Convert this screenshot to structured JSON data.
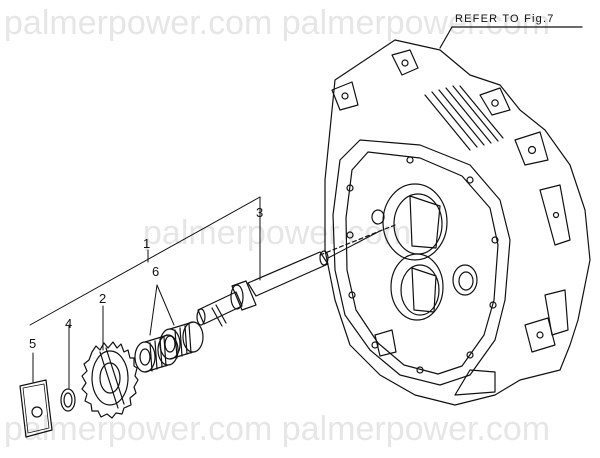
{
  "watermark": {
    "top": "palmerpower.com palmerpower.com",
    "middle": "palmerpower.com",
    "bottom": "palmerpower.com palmerpower.com"
  },
  "reference_label": "REFER TO Fig.7",
  "callouts": {
    "c1": "1",
    "c2": "2",
    "c3": "3",
    "c4": "4",
    "c5": "5",
    "c6": "6"
  },
  "colors": {
    "ink": "#111111",
    "watermark": "#e6e6e6",
    "background": "#ffffff"
  }
}
